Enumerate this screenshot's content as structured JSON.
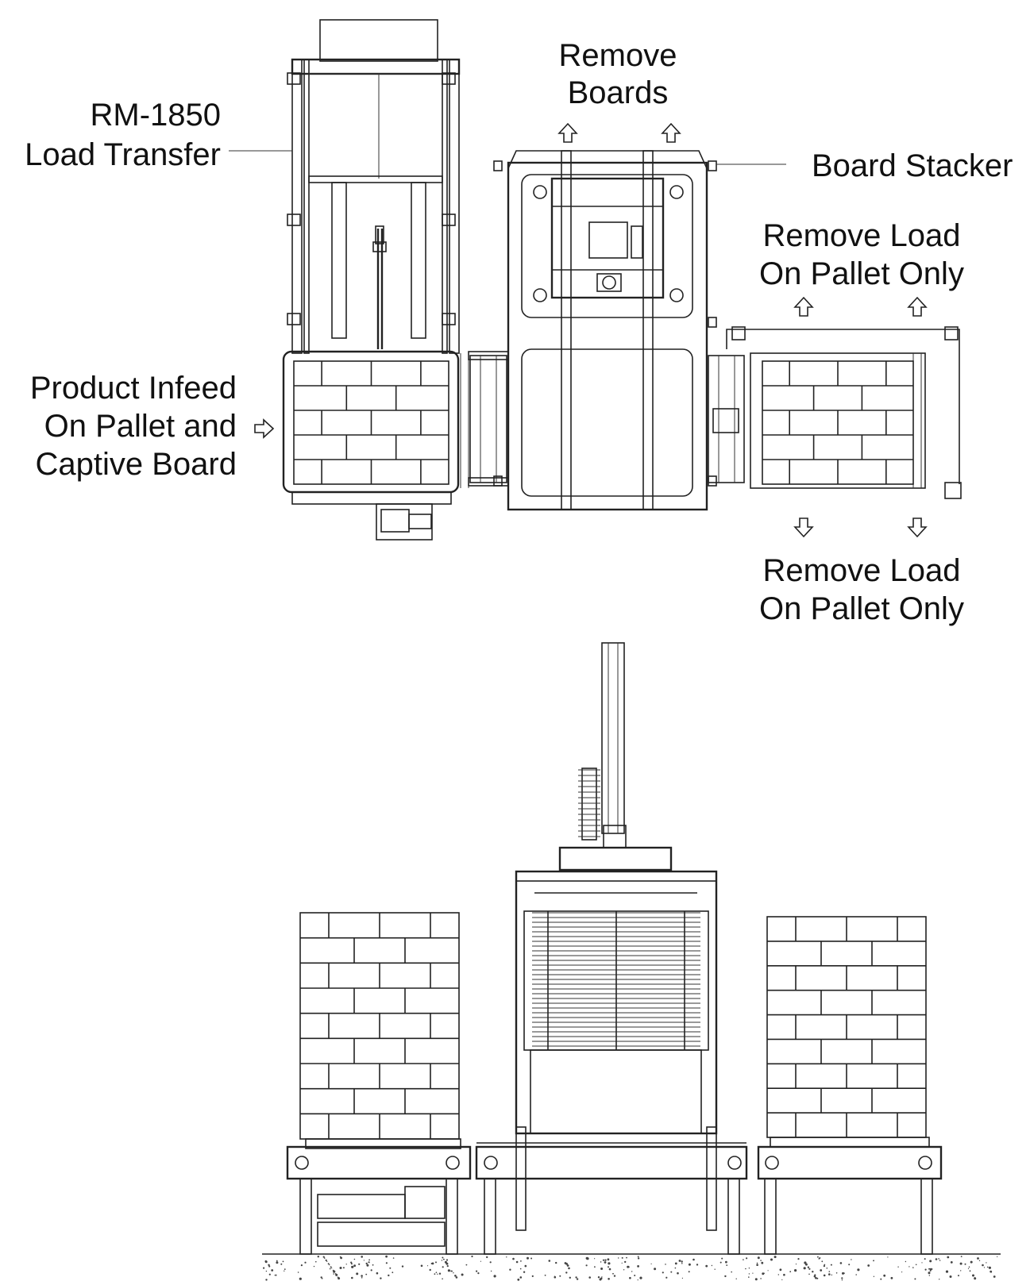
{
  "labels": {
    "load_transfer_1": "RM-1850",
    "load_transfer_2": "Load Transfer",
    "remove_boards_1": "Remove",
    "remove_boards_2": "Boards",
    "board_stacker": "Board Stacker",
    "remove_load_top_1": "Remove Load",
    "remove_load_top_2": "On Pallet Only",
    "remove_load_bottom_1": "Remove Load",
    "remove_load_bottom_2": "On Pallet Only",
    "infeed_1": "Product Infeed",
    "infeed_2": "On Pallet and",
    "infeed_3": "Captive Board"
  },
  "colors": {
    "line": "#222222",
    "background": "#ffffff"
  },
  "icons": [
    "hollow-arrow-up-icon",
    "hollow-arrow-down-icon",
    "hollow-arrow-right-icon"
  ]
}
